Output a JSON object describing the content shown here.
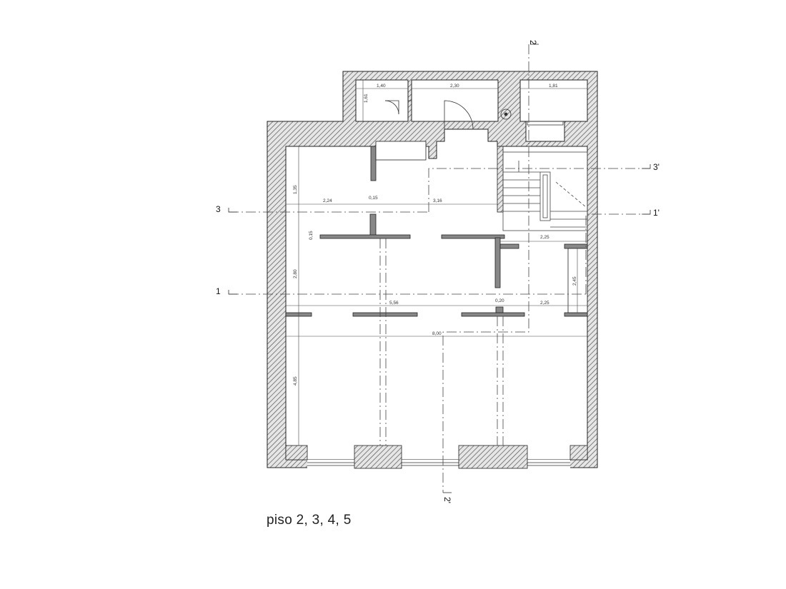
{
  "caption": "piso 2, 3, 4, 5",
  "section_labels": {
    "s1": "1",
    "s1p": "1'",
    "s2": "2",
    "s2p": "2'",
    "s3": "3",
    "s3p": "3'"
  },
  "dimensions": {
    "d140": "1,40",
    "d161": "1,61",
    "d230": "2,30",
    "d181": "1,81",
    "d224": "2,24",
    "d015a": "0,15",
    "d316": "3,16",
    "d135": "1,35",
    "d015b": "0,15",
    "d225a": "2,25",
    "d280": "2,80",
    "d245": "2,45",
    "d020": "0,20",
    "d556": "5,56",
    "d225b": "2,25",
    "d800": "8,00",
    "d485": "4,85"
  }
}
